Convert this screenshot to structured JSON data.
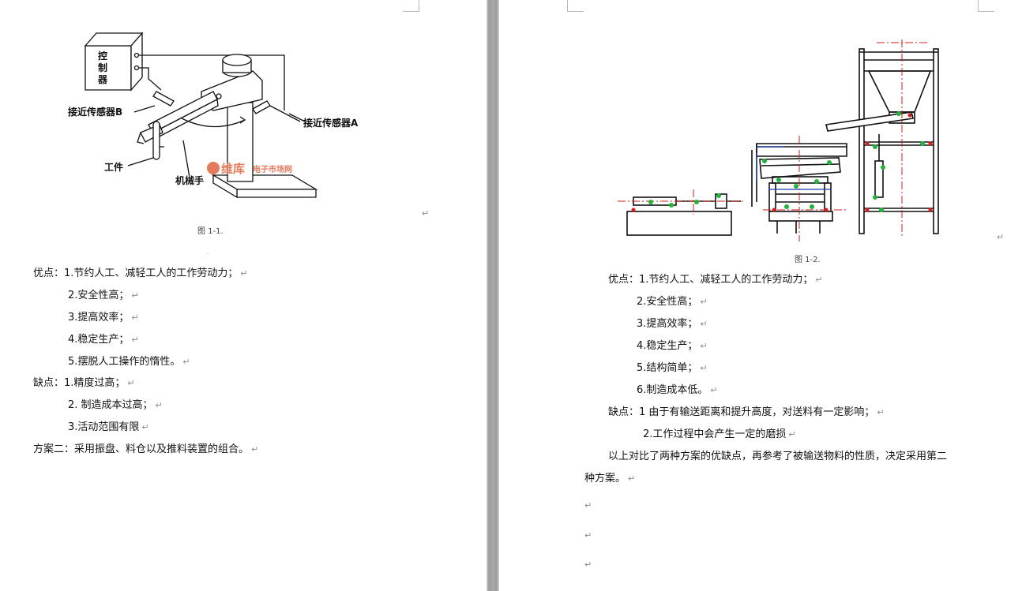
{
  "figure1": {
    "controller": "控\n制\n器",
    "sensor_b": "接近传感器B",
    "sensor_a": "接近传感器A",
    "workpiece": "工件",
    "manipulator": "机械手",
    "watermark_main": "维库",
    "watermark_sub": "电子市场网",
    "caption": "图 1-1."
  },
  "left_text": {
    "adv_1": "优点：1.节约人工、减轻工人的工作劳动力；",
    "adv_2": "2.安全性高；",
    "adv_3": "3.提高效率；",
    "adv_4": "4.稳定生产；",
    "adv_5": "5.摆脱人工操作的惰性。",
    "dis_1": "缺点：1.精度过高；",
    "dis_2": "2. 制造成本过高；",
    "dis_3": "3.活动范围有限",
    "plan_2": "方案二：采用振盘、料仓以及推料装置的组合。"
  },
  "figure2": {
    "caption": "图 1-2."
  },
  "right_text": {
    "adv_1": "优点：1.节约人工、减轻工人的工作劳动力；",
    "adv_2": "2.安全性高；",
    "adv_3": "3.提高效率；",
    "adv_4": "4.稳定生产；",
    "adv_5": "5.结构简单；",
    "adv_6": "6.制造成本低。",
    "dis_1": "缺点：1 由于有输送距离和提升高度，对送料有一定影响；",
    "dis_2": "2.工作过程中会产生一定的磨损",
    "conclusion_1": "以上对比了两种方案的优缺点，再参考了被输送物料的性质，决定采用第二",
    "conclusion_2": "种方案。"
  },
  "marks": {
    "paragraph": "↵"
  }
}
